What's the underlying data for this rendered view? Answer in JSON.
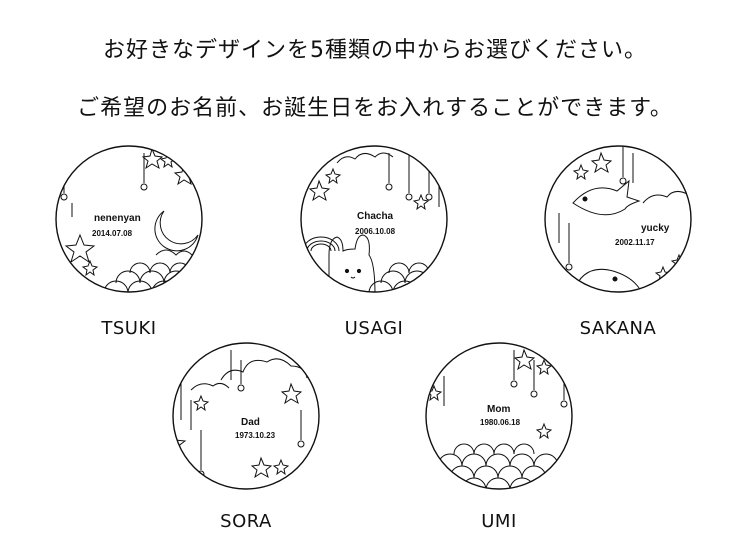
{
  "headline": {
    "line1": "お好きなデザインを5種類の中からお選びください。",
    "line2": "ご希望のお名前、お誕生日をお入れすることができます。"
  },
  "designs": [
    {
      "label": "TSUKI",
      "name": "nenenyan",
      "date": "2014.07.08",
      "motif": "moon-icon"
    },
    {
      "label": "USAGI",
      "name": "Chacha",
      "date": "2006.10.08",
      "motif": "rabbit-icon"
    },
    {
      "label": "SAKANA",
      "name": "yucky",
      "date": "2002.11.17",
      "motif": "fish-icon"
    },
    {
      "label": "SORA",
      "name": "Dad",
      "date": "1973.10.23",
      "motif": "cloud-icon"
    },
    {
      "label": "UMI",
      "name": "Mom",
      "date": "1980.06.18",
      "motif": "wave-icon"
    }
  ]
}
